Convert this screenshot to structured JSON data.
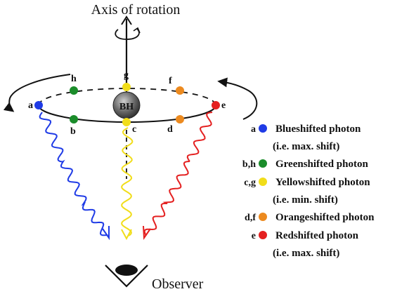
{
  "axis_label": "Axis of rotation",
  "observer_label": "Observer",
  "black_hole_label": "BH",
  "points": {
    "a": "a",
    "b_front": "b",
    "h": "h",
    "g": "g",
    "f": "f",
    "c": "c",
    "d": "d",
    "e": "e"
  },
  "colors": {
    "blue": "#1f3be6",
    "green": "#1a8c2a",
    "yellow": "#f1dd1a",
    "orange": "#ec8a1f",
    "red": "#e42020"
  },
  "legend": [
    {
      "key": "a",
      "color": "#1f3be6",
      "line1": "Blueshifted photon",
      "line2": "(i.e. max. shift)"
    },
    {
      "key": "b,h",
      "color": "#1a8c2a",
      "line1": "Greenshifted photon",
      "line2": ""
    },
    {
      "key": "c,g",
      "color": "#f1dd1a",
      "line1": "Yellowshifted photon",
      "line2": "(i.e. min. shift)"
    },
    {
      "key": "d,f",
      "color": "#ec8a1f",
      "line1": "Orangeshifted photon",
      "line2": ""
    },
    {
      "key": "e",
      "color": "#e42020",
      "line1": "Redshifted photon",
      "line2": "(i.e. max. shift)"
    }
  ]
}
